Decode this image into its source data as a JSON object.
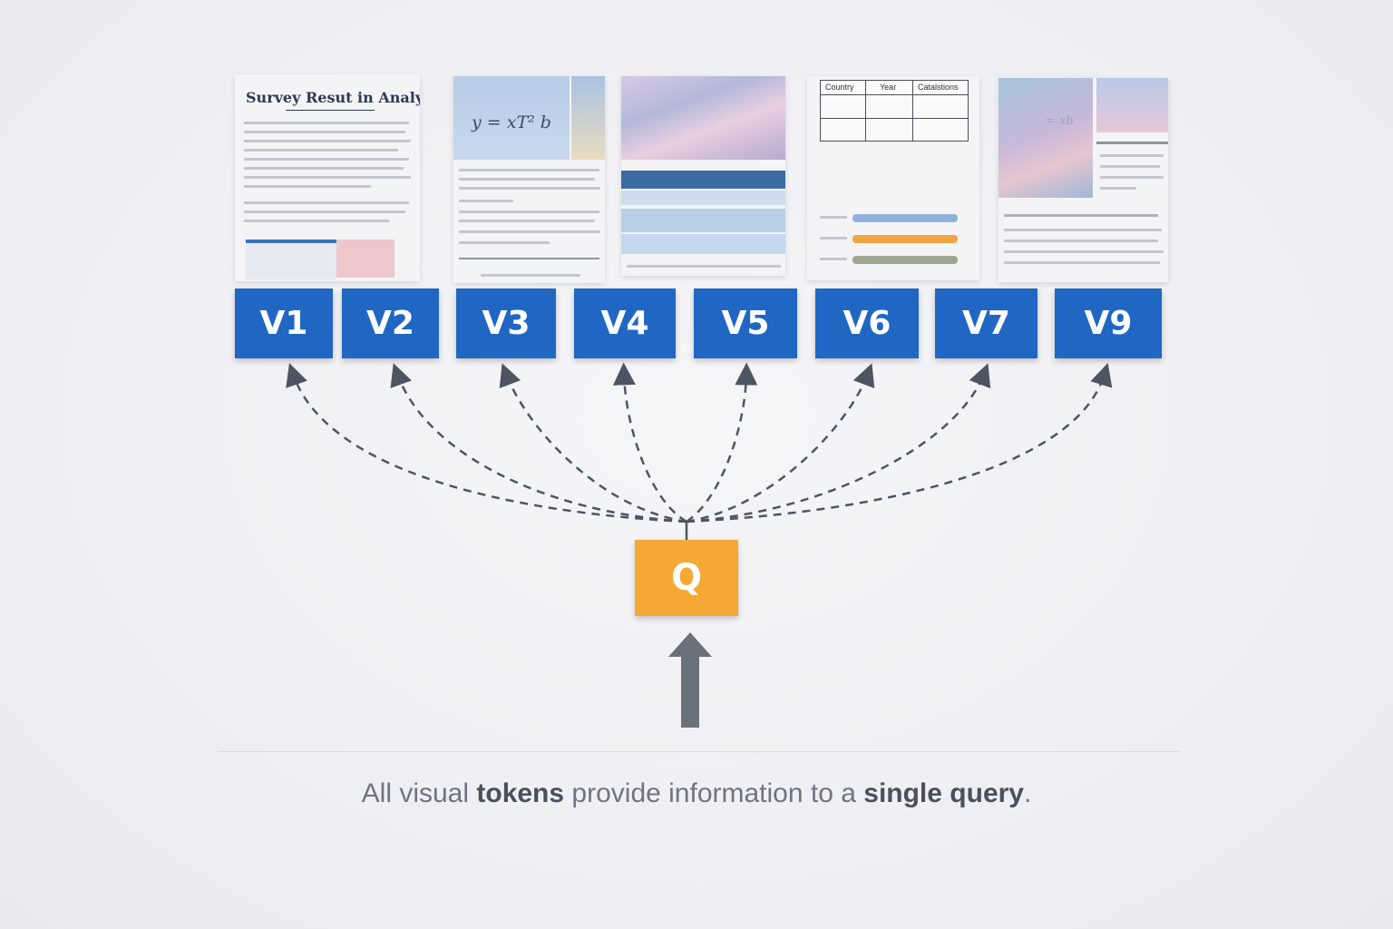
{
  "thumbnails": {
    "doc1_title": "Survey Resut in Analysis",
    "doc2_formula": "y = xT² b",
    "doc4_headers": [
      "Country",
      "Year",
      "Catalstions"
    ],
    "doc6_formula": "= xb"
  },
  "tokens": [
    "V1",
    "V2",
    "V3",
    "V4",
    "V5",
    "V6",
    "V7",
    "V9"
  ],
  "query": "Q",
  "caption": {
    "part1": "All visual ",
    "bold1": "tokens",
    "part2": " provide information to a ",
    "bold2": "single query",
    "part3": "."
  },
  "colors": {
    "token_blue": "#1f67c3",
    "query_orange": "#f5a834",
    "arrow_gray": "#4d5563"
  }
}
